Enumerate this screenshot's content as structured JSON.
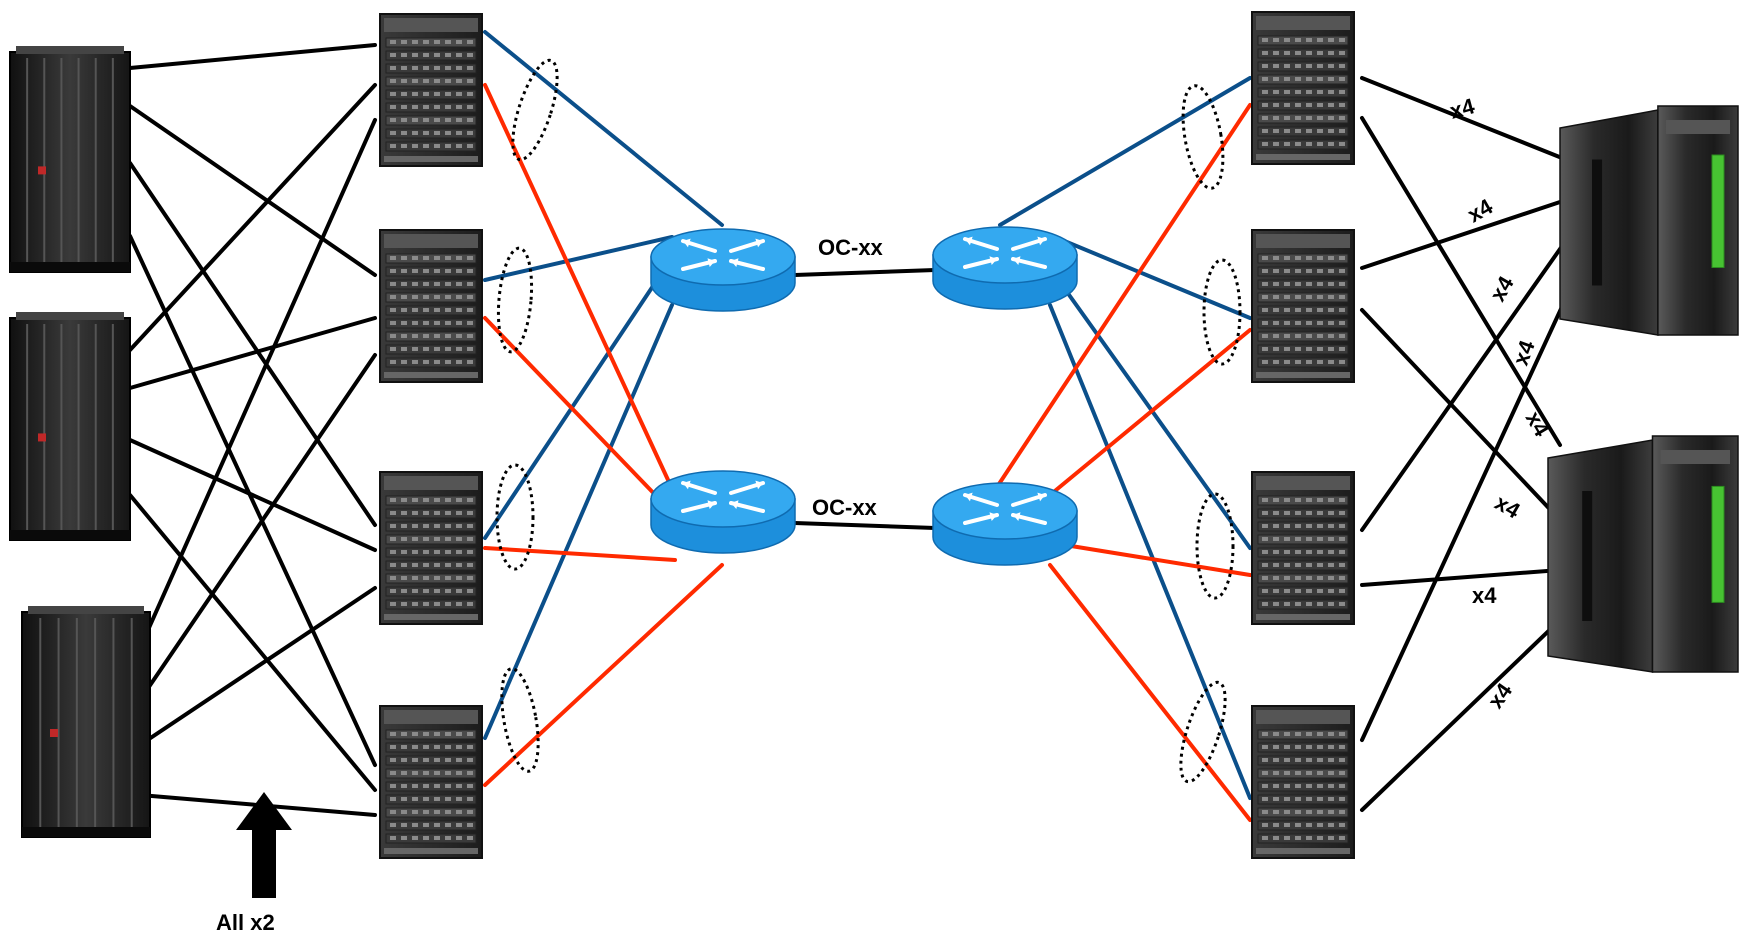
{
  "labels": {
    "trunk_top": "OC-xx",
    "trunk_bottom": "OC-xx",
    "all_x2": "All x2",
    "mult": [
      "x4",
      "x4",
      "x4",
      "x4",
      "x4",
      "x4",
      "x4",
      "x4"
    ]
  },
  "colors": {
    "fabric_link": "#000000",
    "path_a": "#0b4f8a",
    "path_b": "#ff2a00",
    "router_body": "#1d8fdc",
    "router_top": "#34a9f0",
    "switch_chassis": "#2a2a2a",
    "storage": "#222222",
    "mainframe_accent": "#47c232"
  },
  "icons": {
    "storage": "storage-array-icon",
    "switch": "director-switch-icon",
    "router": "router-icon",
    "mainframe": "mainframe-icon",
    "arrow": "up-arrow-icon"
  }
}
